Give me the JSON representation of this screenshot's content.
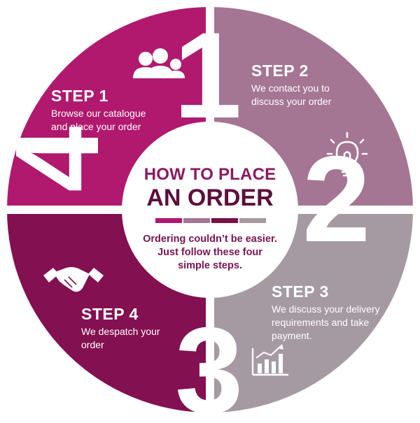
{
  "colors": {
    "step1": "#b0196e",
    "step2": "#a57594",
    "step3": "#a59aa2",
    "step4": "#831050",
    "center_bar_1": "#b0196e",
    "center_bar_2": "#a57594",
    "center_bar_3": "#7a0f47",
    "center_bar_4": "#a59aa2"
  },
  "center": {
    "title_line1": "HOW TO PLACE",
    "title_line2": "AN ORDER",
    "subtitle_line1": "Ordering couldn’t be easier.",
    "subtitle_line2": "Just follow these four",
    "subtitle_line3": "simple steps."
  },
  "steps": [
    {
      "numeral": "1",
      "title": "STEP 1",
      "line1": "Browse our catalogue",
      "line2": "and place your order",
      "icon": "people-icon"
    },
    {
      "numeral": "2",
      "title": "STEP 2",
      "line1": "We contact you to",
      "line2": "discuss your order",
      "icon": "lightbulb-icon"
    },
    {
      "numeral": "3",
      "title": "STEP 3",
      "line1": "We discuss your delivery",
      "line2": "requirements and take",
      "line3": "payment.",
      "icon": "bar-chart-icon"
    },
    {
      "numeral": "4",
      "title": "STEP 4",
      "line1": "We despatch your",
      "line2": "order",
      "icon": "handshake-icon"
    }
  ]
}
